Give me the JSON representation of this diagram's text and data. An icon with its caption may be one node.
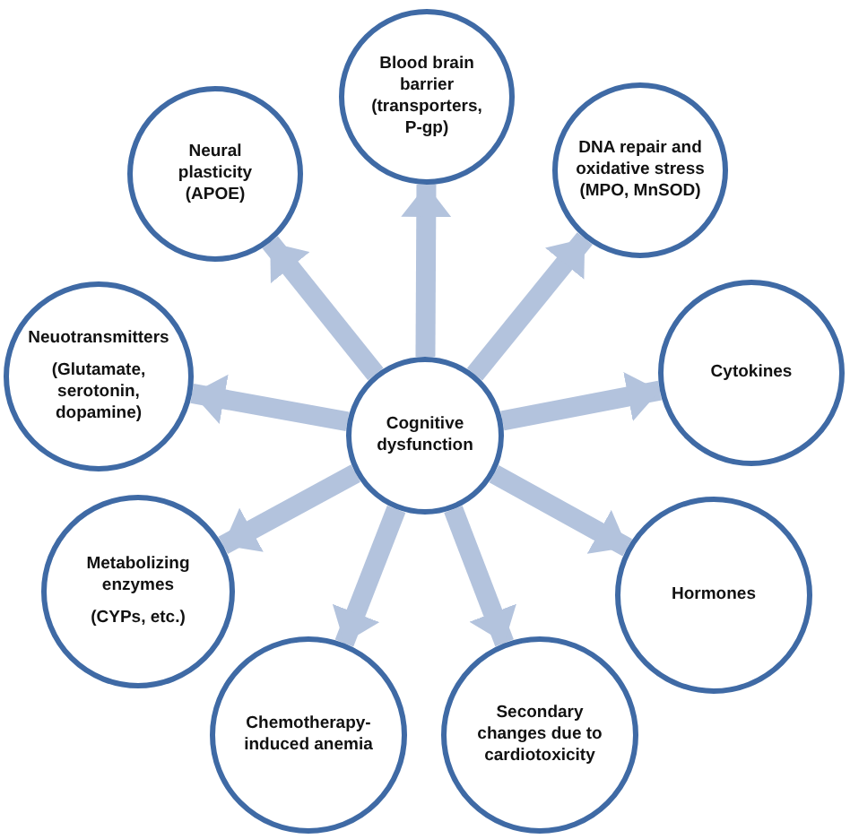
{
  "diagram": {
    "nodes": [
      {
        "text": [
          "Blood brain barrier (transporters, P-gp)"
        ]
      },
      {
        "text": [
          "Neural plasticity (APOE)"
        ]
      },
      {
        "text": [
          "DNA repair and oxidative stress (MPO, MnSOD)"
        ]
      },
      {
        "text": [
          "Neuotransmitters",
          "(Glutamate, serotonin, dopamine)"
        ]
      },
      {
        "text": [
          "Cytokines"
        ]
      },
      {
        "text": [
          "Cognitive dysfunction"
        ]
      },
      {
        "text": [
          "Metabolizing enzymes",
          "(CYPs, etc.)"
        ]
      },
      {
        "text": [
          "Hormones"
        ]
      },
      {
        "text": [
          "Chemotherapy-induced anemia"
        ]
      },
      {
        "text": [
          "Secondary changes due to cardiotoxicity"
        ]
      }
    ],
    "edges": [
      {
        "from": 5,
        "to": 0,
        "arrow": "to"
      },
      {
        "from": 5,
        "to": 1,
        "arrow": "to"
      },
      {
        "from": 5,
        "to": 2,
        "arrow": "to"
      },
      {
        "from": 5,
        "to": 3,
        "arrow": "to"
      },
      {
        "from": 5,
        "to": 4,
        "arrow": "to"
      },
      {
        "from": 5,
        "to": 6,
        "arrow": "to"
      },
      {
        "from": 5,
        "to": 7,
        "arrow": "to"
      },
      {
        "from": 5,
        "to": 8,
        "arrow": "to"
      },
      {
        "from": 5,
        "to": 9,
        "arrow": "to"
      }
    ]
  }
}
